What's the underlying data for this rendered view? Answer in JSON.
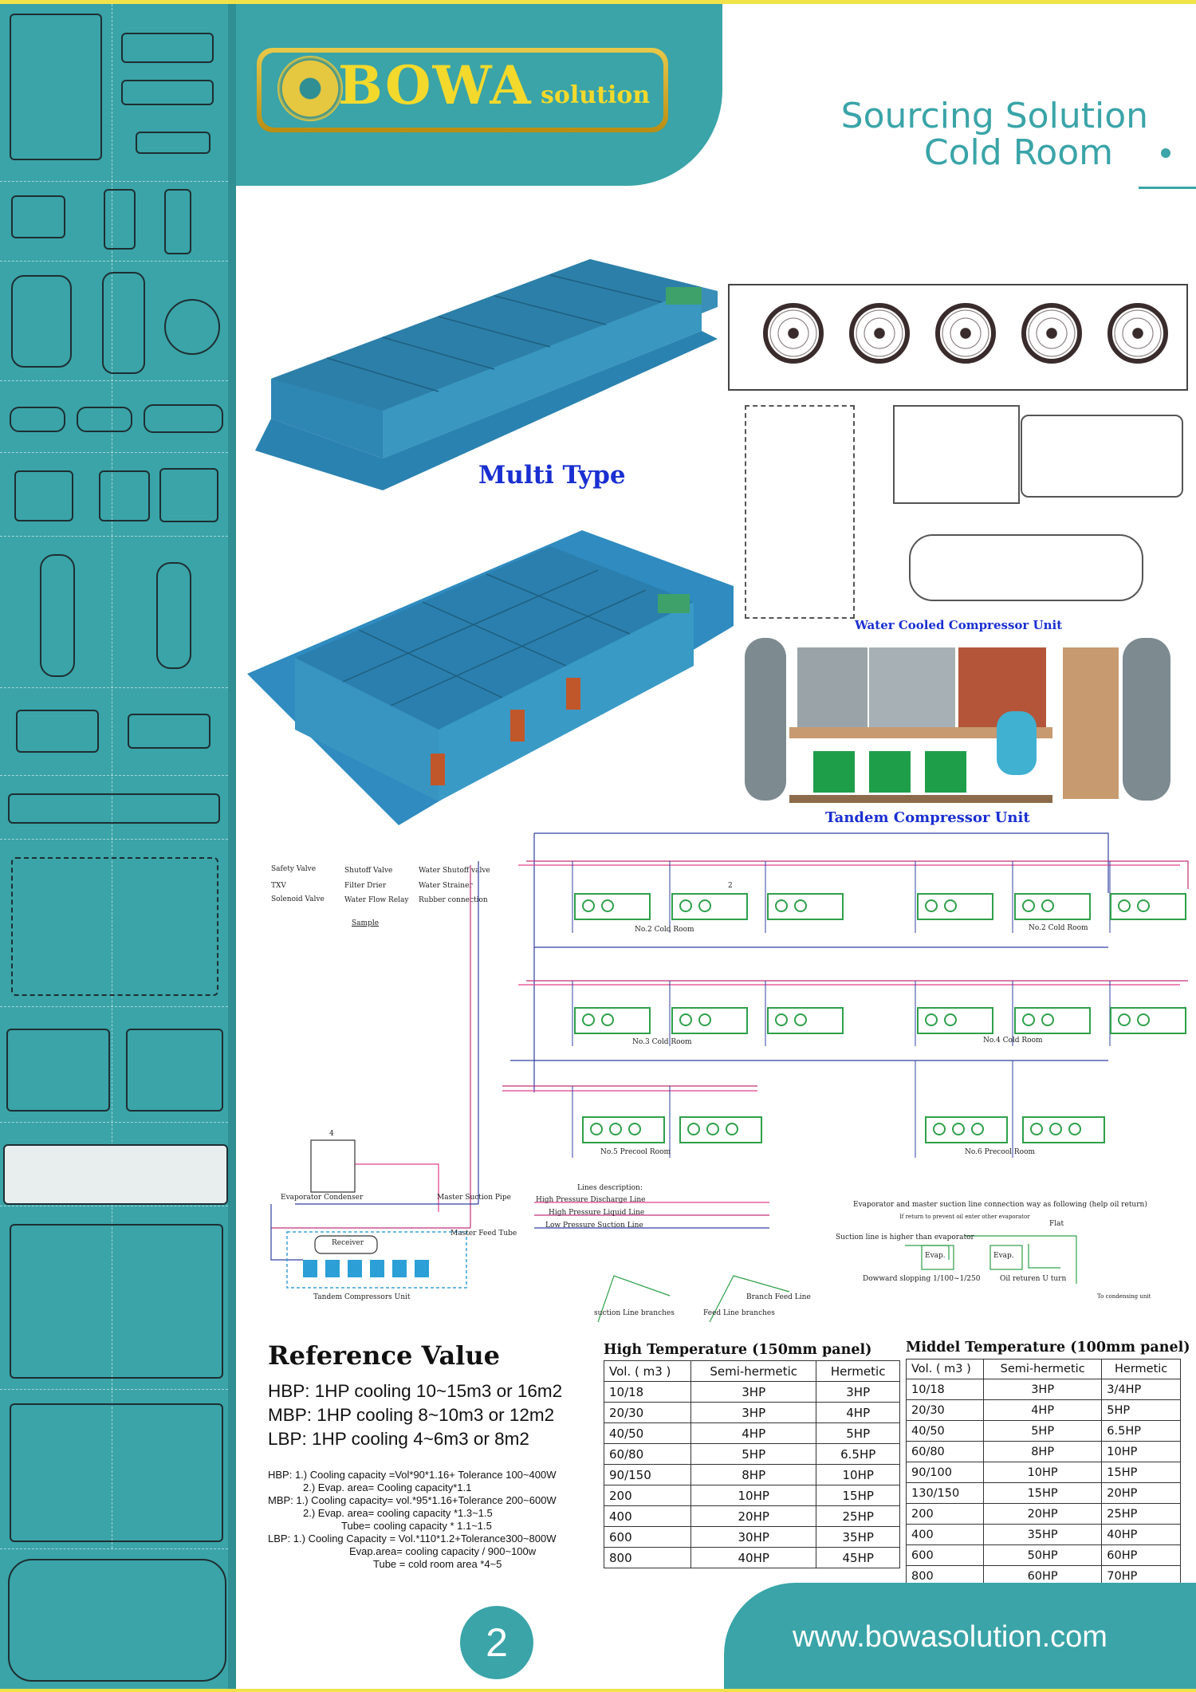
{
  "header": {
    "logo_text": "BOWA",
    "logo_subtext": "solution",
    "title_line1": "Sourcing Solution",
    "title_line2": "Cold Room"
  },
  "renderings": {
    "multi_type_label": "Multi Type",
    "water_cooled_label": "Water Cooled Compressor Unit",
    "tandem_label": "Tandem Compressor Unit"
  },
  "diagram": {
    "legend": [
      "Safety Valve",
      "Shutoff Valve",
      "Water Shutoff valve",
      "TXV",
      "Filter Drier",
      "Water Strainer",
      "Solenoid Valve",
      "Water Flow Relay",
      "Rubber connection"
    ],
    "legend_sample": "Sample",
    "room_labels": [
      "No.2 Cold Room",
      "No.2 Cold Room",
      "No.3 Cold Room",
      "No.4 Cold Room",
      "No.5 Precool Room",
      "No.6 Precool Room"
    ],
    "circled_2": "2",
    "circled_4": "4",
    "evaporator_condenser": "Evaporator Condenser",
    "master_suction_pipe": "Master Suction Pipe",
    "master_feed_tube": "Master Feed Tube",
    "receiver": "Receiver",
    "tandem_compressors_unit": "Tandem Compressors Unit",
    "lines_description_title": "Lines description:",
    "lines": [
      "High Pressure Discharge Line",
      "High Pressure Liquid Line",
      "Low Pressure Suction Line"
    ],
    "line_colors": [
      "#e0408a",
      "#c0307a",
      "#3040a0"
    ],
    "suction_branches": "suction Line branches",
    "feed_branches": "Feed Line branches",
    "branch_feed_line": "Branch Feed Line",
    "connection_title": "Evaporator and master suction line connection way as following (help oil return)",
    "connection_sub": "If return to prevent oil enter other evaporator",
    "flat": "Flat",
    "suction_higher": "Suction line is higher than evaporator",
    "evap": "Evap.",
    "downward": "Dowward slopping 1/100~1/250",
    "oil_return": "Oil returen U turn",
    "to_condensing": "To condensing unit"
  },
  "reference": {
    "title": "Reference Value",
    "hbp": "HBP: 1HP cooling 10~15m3 or 16m2",
    "mbp": "MBP: 1HP cooling   8~10m3 or 12m2",
    "lbp": "LBP:  1HP cooling   4~6m3 or  8m2",
    "notes": [
      "HBP: 1.)  Cooling capacity =Vol*90*1.16+ Tolerance 100~400W",
      "2.) Evap. area= Cooling capacity*1.1",
      "MBP: 1.) Cooling capacity= vol.*95*1.16+Tolerance 200~600W",
      "2.) Evap. area= cooling capacity *1.3~1.5",
      "Tube= cooling capacity * 1.1~1.5",
      "LBP:  1.) Cooling Capacity = Vol.*110*1.2+Tolerance300~800W",
      "Evap.area= cooling capacity / 900~100w",
      "Tube = cold room area *4~5"
    ]
  },
  "high_temp_table": {
    "title": "High Temperature (150mm panel)",
    "headers": [
      "Vol. ( m3 )",
      "Semi-hermetic",
      "Hermetic"
    ],
    "rows": [
      [
        "10/18",
        "3HP",
        "3HP"
      ],
      [
        "20/30",
        "3HP",
        "4HP"
      ],
      [
        "40/50",
        "4HP",
        "5HP"
      ],
      [
        "60/80",
        "5HP",
        "6.5HP"
      ],
      [
        "90/150",
        "8HP",
        "10HP"
      ],
      [
        "200",
        "10HP",
        "15HP"
      ],
      [
        "400",
        "20HP",
        "25HP"
      ],
      [
        "600",
        "30HP",
        "35HP"
      ],
      [
        "800",
        "40HP",
        "45HP"
      ]
    ]
  },
  "mid_temp_table": {
    "title": "Middel Temperature (100mm panel)",
    "headers": [
      "Vol. ( m3 )",
      "Semi-hermetic",
      "Hermetic"
    ],
    "rows": [
      [
        "10/18",
        "3HP",
        "3/4HP"
      ],
      [
        "20/30",
        "4HP",
        "5HP"
      ],
      [
        "40/50",
        "5HP",
        "6.5HP"
      ],
      [
        "60/80",
        "8HP",
        "10HP"
      ],
      [
        "90/100",
        "10HP",
        "15HP"
      ],
      [
        "130/150",
        "15HP",
        "20HP"
      ],
      [
        "200",
        "20HP",
        "25HP"
      ],
      [
        "400",
        "35HP",
        "40HP"
      ],
      [
        "600",
        "50HP",
        "60HP"
      ],
      [
        "800",
        "60HP",
        "70HP"
      ]
    ]
  },
  "footer": {
    "page_number": "2",
    "url": "www.bowasolution.com"
  },
  "colors": {
    "teal": "#3aa4a8",
    "yellow": "#f2e24a",
    "heading_blue": "#1a2fd1",
    "room_blue": "#2f8bb8"
  }
}
